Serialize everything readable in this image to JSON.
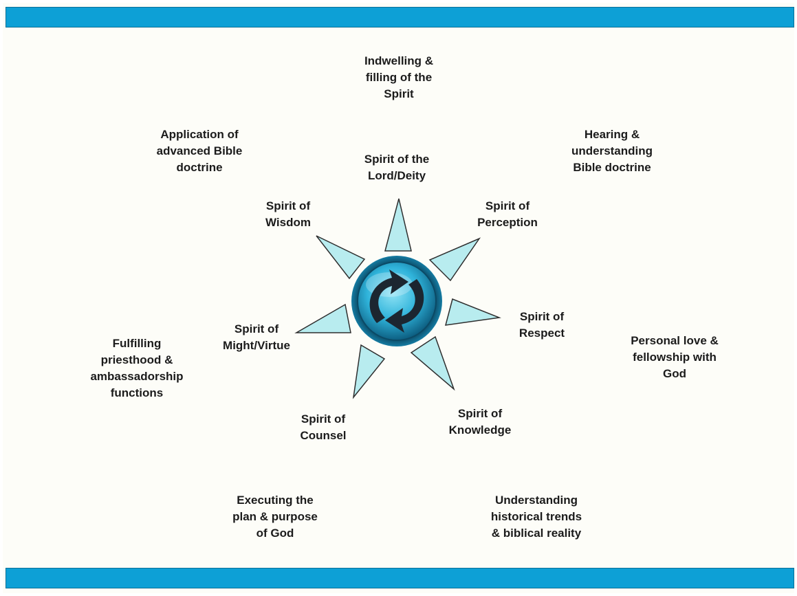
{
  "colors": {
    "banner": "#0da0d6",
    "ray_fill": "#b8ecef",
    "ray_stroke": "#2e2e2e",
    "hub_outer": "#1a7fa6",
    "hub_inner": "#3fc8e8",
    "arrow": "#1c2630"
  },
  "icons": {
    "center": "refresh-cycle-icon"
  },
  "inner_ring": {
    "top": "Spirit of the\nLord/Deity",
    "top_right": "Spirit of\nPerception",
    "right": "Spirit of\nRespect",
    "bottom_right": "Spirit of\nKnowledge",
    "bottom_left": "Spirit of\nCounsel",
    "left": "Spirit of\nMight/Virtue",
    "top_left": "Spirit of\nWisdom"
  },
  "outer_ring": {
    "top": "Indwelling &\nfilling of the\nSpirit",
    "top_right": "Hearing &\nunderstanding\nBible doctrine",
    "right": "Personal love &\nfellowship with\nGod",
    "bottom_right": "Understanding\nhistorical trends\n& biblical reality",
    "bottom_left": "Executing the\nplan & purpose\nof God",
    "left": "Fulfilling\npriesthood &\nambassadorship\nfunctions",
    "top_left": "Application of\nadvanced Bible\ndoctrine"
  }
}
